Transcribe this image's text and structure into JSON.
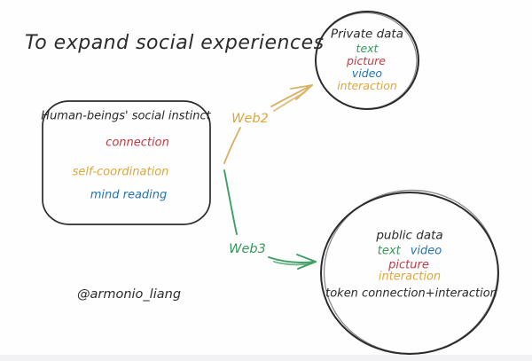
{
  "palette": {
    "bg": "#fefefe",
    "ink": "#2b2b2b",
    "red": "#c23b44",
    "green": "#35985a",
    "blue": "#2273b8",
    "orange": "#dfa63a",
    "web2-line": "#d8b266",
    "web3-line": "#3f9e63",
    "strip": "#f2f2f4"
  },
  "title": "To expand social experiences",
  "author_handle": "@armonio_liang",
  "instinct_box": {
    "heading": "Human-beings' social instinct",
    "items": [
      {
        "label": "connection",
        "color": "red"
      },
      {
        "label": "self-coordination",
        "color": "orange"
      },
      {
        "label": "mind reading",
        "color": "blue"
      }
    ]
  },
  "arrows": {
    "web2": {
      "label": "Web2",
      "color": "orange"
    },
    "web3": {
      "label": "Web3",
      "color": "green"
    }
  },
  "private_circle": {
    "heading": "Private data",
    "items": [
      {
        "label": "text",
        "color": "green"
      },
      {
        "label": "picture",
        "color": "red"
      },
      {
        "label": "video",
        "color": "blue"
      },
      {
        "label": "interaction",
        "color": "orange"
      }
    ]
  },
  "public_circle": {
    "heading": "public data",
    "row1": [
      {
        "label": "text",
        "color": "green"
      },
      {
        "label": "video",
        "color": "blue"
      }
    ],
    "row2": {
      "label": "picture",
      "color": "red"
    },
    "row3": {
      "label": "interaction",
      "color": "orange"
    },
    "footer": "token connection+interaction"
  }
}
